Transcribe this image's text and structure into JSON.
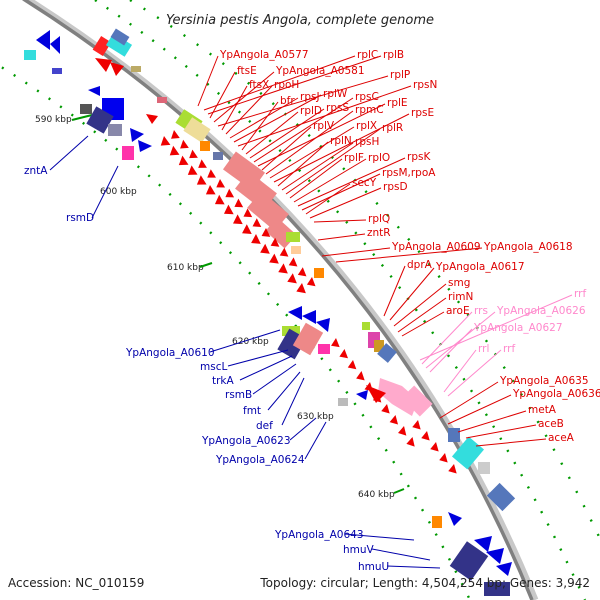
{
  "title": "Yersinia pestis Angola, complete genome",
  "accession": "Accession: NC_010159",
  "topology": "Topology: circular; Length: 4,504,254 bp; Genes: 3,942",
  "colors": {
    "red": "#dd0000",
    "blue": "#0000aa",
    "pink": "#ff88cc",
    "backbone": "#808080",
    "tick_dot": "#009900"
  },
  "ticks": [
    "590 kbp",
    "600 kbp",
    "610 kbp",
    "620 kbp",
    "630 kbp",
    "640 kbp"
  ],
  "labels_outer": [
    "YpAngola_A0577",
    "rplC",
    "rplB",
    "ftsE",
    "YpAngola_A0581",
    "rplP",
    "ftsX",
    "rpoH",
    "rpsJ",
    "rplW",
    "rpsN",
    "bfr",
    "rplD",
    "rpsS",
    "rpsC",
    "rplE",
    "rplV",
    "rpmC",
    "rplX",
    "rpsE",
    "rplN",
    "rpsH",
    "rplR",
    "rplF",
    "rplO",
    "rpsK",
    "rpsM,rpoA",
    "secY",
    "rpsD",
    "rplQ",
    "zntR",
    "YpAngola_A0609",
    "YpAngola_A0618",
    "dprA",
    "YpAngola_A0617",
    "smg",
    "rimN",
    "aroE",
    "YpAngola_A0635",
    "YpAngola_A0636",
    "metA",
    "aceB",
    "aceA"
  ],
  "labels_rna": [
    "rrf",
    "rrs",
    "YpAngola_A0626",
    "YpAngola_A0627",
    "rrl",
    "rrf"
  ],
  "labels_inner": [
    "zntA",
    "rsmD",
    "YpAngola_A0610",
    "mscL",
    "trkA",
    "rsmB",
    "fmt",
    "def",
    "YpAngola_A0623",
    "YpAngola_A0624",
    "YpAngola_A0643",
    "hmuV",
    "hmuU"
  ]
}
